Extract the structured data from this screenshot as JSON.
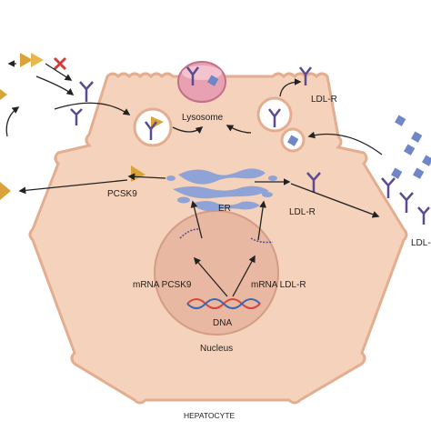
{
  "labels": {
    "lysosome": "Lysosome",
    "pcsk9": "PCSK9",
    "er": "ER",
    "ldlr_right": "LDL-R",
    "ldlr_top": "LDL-R",
    "ldlr_edge": "LDL-",
    "mrna_pcsk9": "mRNA PCSK9",
    "mrna_ldlr": "mRNA LDL-R",
    "dna": "DNA",
    "nucleus": "Nucleus",
    "cell": "HEPATOCYTE"
  },
  "colors": {
    "cell_fill": "#f5d2bb",
    "cell_stroke": "#e3ad90",
    "nucleus_fill": "#e8b8a2",
    "er_fill": "#8fa3d6",
    "pcsk9": "#d9a33a",
    "ldl_particle": "#6f86c7",
    "receptor": "#5d4b8f",
    "lysosome": "#e8a0b3",
    "inhibit": "#d63b3b",
    "dna_red": "#d8453a",
    "dna_blue": "#3c67b3"
  }
}
